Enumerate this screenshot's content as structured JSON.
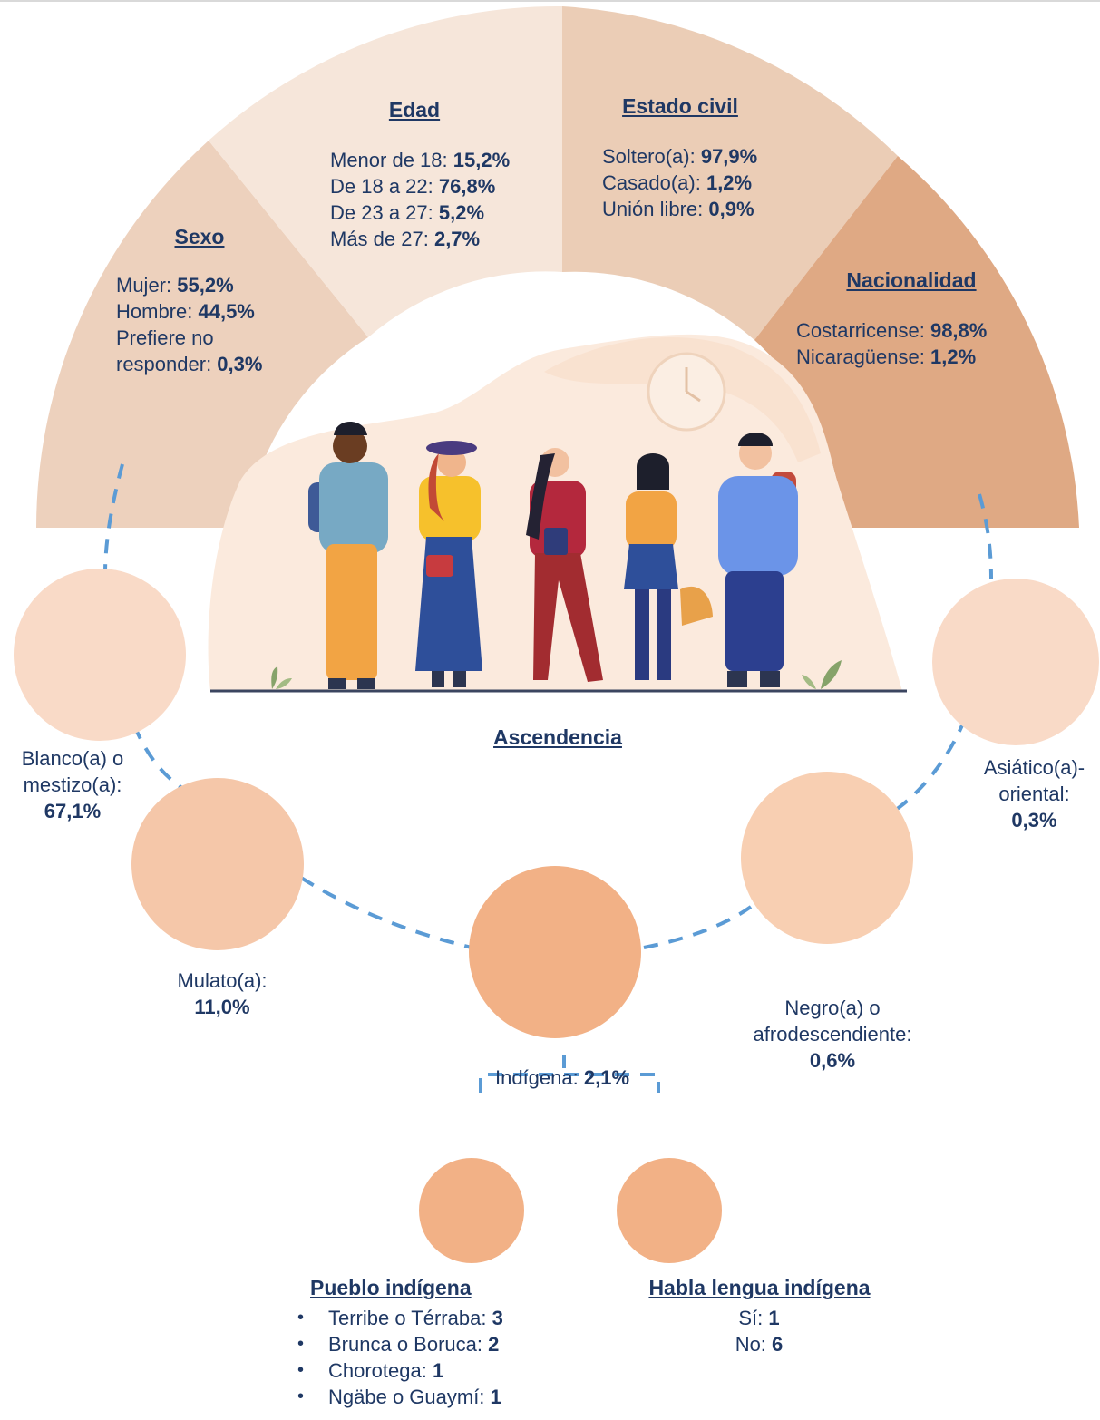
{
  "sexo": {
    "title": "Sexo",
    "rows": [
      {
        "label": "Mujer: ",
        "value": "55,2%"
      },
      {
        "label": "Hombre: ",
        "value": "44,5%"
      },
      {
        "label": "Prefiere no",
        "value": ""
      },
      {
        "label": "responder: ",
        "value": "0,3%"
      }
    ]
  },
  "edad": {
    "title": "Edad",
    "rows": [
      {
        "label": "Menor de 18: ",
        "value": "15,2%"
      },
      {
        "label": "De 18 a 22: ",
        "value": "76,8%"
      },
      {
        "label": "De 23 a 27: ",
        "value": "5,2%"
      },
      {
        "label": "Más de 27: ",
        "value": "2,7%"
      }
    ]
  },
  "estado_civil": {
    "title": "Estado civil",
    "rows": [
      {
        "label": "Soltero(a): ",
        "value": "97,9%"
      },
      {
        "label": "Casado(a): ",
        "value": "1,2%"
      },
      {
        "label": "Unión libre: ",
        "value": "0,9%"
      }
    ]
  },
  "nacionalidad": {
    "title": "Nacionalidad",
    "rows": [
      {
        "label": "Costarricense: ",
        "value": "98,8%"
      },
      {
        "label": "Nicaragüense: ",
        "value": "1,2%"
      }
    ]
  },
  "ascendencia": {
    "title": "Ascendencia",
    "blanco": {
      "label1": "Blanco(a) o",
      "label2": "mestizo(a):",
      "value": "67,1%"
    },
    "mulato": {
      "label": "Mulato(a):",
      "value": "11,0%"
    },
    "indigena": {
      "label": "Indígena: ",
      "value": "2,1%"
    },
    "negro": {
      "label1": "Negro(a) o",
      "label2": "afrodescendiente:",
      "value": "0,6%"
    },
    "asiatico": {
      "label1": "Asiático(a)-",
      "label2": "oriental:",
      "value": "0,3%"
    }
  },
  "pueblo_indigena": {
    "title": "Pueblo indígena",
    "items": [
      {
        "label": "Terribe o Térraba: ",
        "value": "3"
      },
      {
        "label": "Brunca o Boruca: ",
        "value": "2"
      },
      {
        "label": "Chorotega: ",
        "value": "1"
      },
      {
        "label": "Ngäbe o Guaymí: ",
        "value": "1"
      }
    ]
  },
  "lengua_indigena": {
    "title": "Habla lengua indígena",
    "rows": [
      {
        "label": "Sí: ",
        "value": "1"
      },
      {
        "label": "No: ",
        "value": "6"
      }
    ]
  },
  "colors": {
    "sector_1": "#edd1bd",
    "sector_2": "#f6e6da",
    "sector_3": "#ebcdb6",
    "sector_4": "#dfa984",
    "circle_light": "#f9dac7",
    "circle_mid": "#f5c7a9",
    "circle_dark": "#f2b186",
    "dash": "#5b9bd5",
    "text": "#1f3864"
  }
}
